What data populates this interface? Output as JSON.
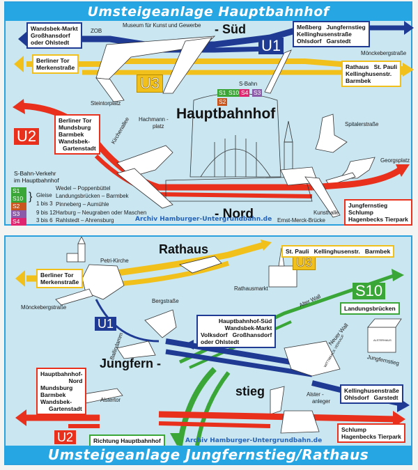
{
  "top_panel": {
    "banner": "Umsteigeanlage Hauptbahnhof",
    "title_sued": "- Süd",
    "title_main": "Hauptbahnhof",
    "title_nord": "- Nord",
    "line_badges": {
      "u1": "U1",
      "u2": "U2",
      "u3": "U3"
    },
    "destination_boxes": {
      "u1_west": [
        "Wandsbek-Markt",
        "Großhansdorf",
        "oder Ohlstedt"
      ],
      "u1_east": [
        "Meßberg   Jungfernstieg",
        "Kellinghusenstraße",
        "Ohlsdorf   Garstedt"
      ],
      "u3_west": [
        "Berliner Tor",
        "Merkenstraße"
      ],
      "u3_east": [
        "Rathaus   St. Pauli",
        "Kellinghusenstr.",
        "Barmbek"
      ],
      "u2_west": [
        "Berliner Tor",
        "Mundsburg",
        "Barmbek",
        "Wandsbek-",
        "Gartenstadt"
      ],
      "u2_east": [
        "Jungfernstieg",
        "Schlump",
        "Hagenbecks Tierpark"
      ]
    },
    "place_labels": {
      "zob": "ZOB",
      "museum": "Museum für Kunst und Gewerbe",
      "moenckebergstrasse": "Mönckebergstraße",
      "steintorplatz": "Steintorplatz",
      "sbahn": "S-Bahn",
      "hachmannplatz_1": "Hachmann -",
      "hachmannplatz_2": "platz",
      "kirchenallee": "Kirchenallee",
      "spitalerstrasse": "Spitalerstraße",
      "georgsplatz": "Georgsplatz",
      "kunsthalle": "Kunsthalle",
      "ernst_merck_bruecke": "Ernst-Merck-Brücke"
    },
    "sbahn_badges": [
      {
        "label": "S1",
        "color": "#3aa637"
      },
      {
        "label": "S10",
        "color": "#3aa637"
      },
      {
        "label": "S4",
        "color": "#e0246f"
      },
      {
        "label": "S3",
        "color": "#8b5aa8"
      },
      {
        "label": "S2",
        "color": "#c9541c"
      }
    ],
    "sbahn_legend": {
      "title_1": "S-Bahn-Verkehr",
      "title_2": "im Hauptbahnhof",
      "gleise_label": "Gleise",
      "gleise_range": "1 bis 3",
      "rows": [
        {
          "line": "S1",
          "color": "#3aa637",
          "platform": "",
          "route": "Wedel – Poppenbüttel"
        },
        {
          "line": "S10",
          "color": "#3aa637",
          "platform": "",
          "route": "Landungsbrücken – Barmbek"
        },
        {
          "line": "S2",
          "color": "#c9541c",
          "platform": "",
          "route": "Pinneberg – Aumühle"
        },
        {
          "line": "S3",
          "color": "#8b5aa8",
          "platform": "9 bis 12",
          "route": "Harburg – Neugraben oder Maschen"
        },
        {
          "line": "S4",
          "color": "#e0246f",
          "platform": "3 bis 6",
          "route": "Rahlstedt – Ahrensburg"
        }
      ]
    },
    "watermark": "Archiv Hamburger-Untergrundbahn.de"
  },
  "bottom_panel": {
    "banner": "Umsteigeanlage Jungfernstieg/Rathaus",
    "title_rathaus": "Rathaus",
    "title_jungfern": "Jungfern -",
    "title_stieg": "stieg",
    "line_badges": {
      "u1": "U1",
      "u2": "U2",
      "u3": "U3",
      "s10": "S10"
    },
    "destination_boxes": {
      "u3_west": [
        "Berliner Tor",
        "Merkenstraße"
      ],
      "u3_east": [
        "St. Pauli   Kellinghusenstr.   Barmbek"
      ],
      "s10_east": [
        "Landungsbrücken"
      ],
      "u1_north": [
        "Hauptbahnhof-Süd",
        "Wandsbek-Markt",
        "Volksdorf   Großhansdorf",
        "oder Ohlstedt"
      ],
      "u2_west": [
        "Hauptbahnhof-",
        "Nord",
        "Mundsburg",
        "Barmbek",
        "Wandsbek-",
        "Gartenstadt"
      ],
      "u1_east": [
        "Kellinghusenstraße",
        "Ohlsdorf   Garstedt"
      ],
      "u2_east": [
        "Schlump",
        "Hagenbecks Tierpark"
      ],
      "s_south": [
        "Richtung Hauptbahnhof"
      ]
    },
    "place_labels": {
      "petri_kirche": "Petri-Kirche",
      "moenckebergstrasse": "Mönckebergstraße",
      "rathausmarkt": "Rathausmarkt",
      "bergstrasse": "Bergstraße",
      "alter_wall": "Alter Wall",
      "ballindamm": "Ballindamm",
      "neuer_wall": "Neuer Wall",
      "jungfernstieg": "Jungfernstieg",
      "alstertor": "Alstertor",
      "alsteranleger_1": "Alster -",
      "alsteranleger_2": "anleger",
      "wittmaack": "WITTMAACK VERKAUF",
      "alsterhaus": "ALSTERHAUS"
    },
    "watermark": "Archiv Hamburger-Untergrundbahn.de"
  },
  "colors": {
    "u1": "#1f3a93",
    "u2": "#e8301c",
    "u3": "#f2c01a",
    "s_green": "#3aa637",
    "water": "#c9e6f1",
    "banner": "#27a6e4"
  }
}
